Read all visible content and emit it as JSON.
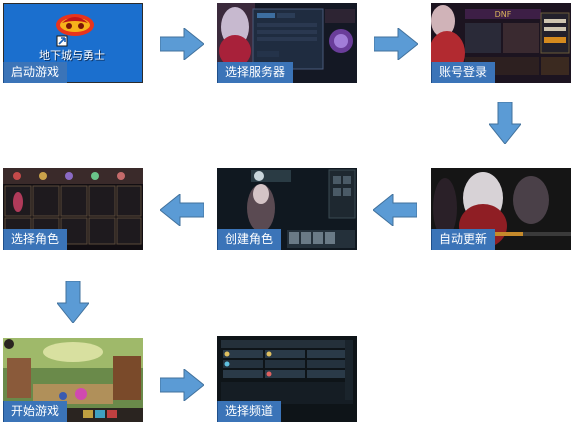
{
  "colors": {
    "arrow": "#5b9bd5",
    "caption_bg": "#3b74b8",
    "desktop_bg": "#1b6fce"
  },
  "steps": [
    {
      "id": "launch",
      "label": "启动游戏",
      "icon_label": "地下城与勇士"
    },
    {
      "id": "server",
      "label": "选择服务器"
    },
    {
      "id": "login",
      "label": "账号登录"
    },
    {
      "id": "update",
      "label": "自动更新"
    },
    {
      "id": "create",
      "label": "创建角色"
    },
    {
      "id": "select",
      "label": "选择角色"
    },
    {
      "id": "play",
      "label": "开始游戏"
    },
    {
      "id": "channel",
      "label": "选择频道"
    }
  ]
}
